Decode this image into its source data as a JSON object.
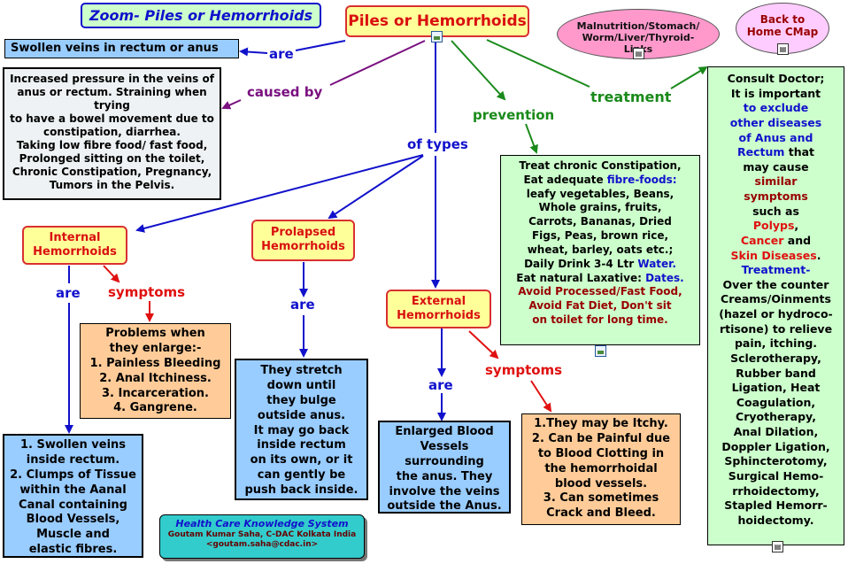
{
  "zoom_title": "Zoom- Piles or Hemorrhoids",
  "main_title": "Piles or Hemorrhoids",
  "links_node": "Malnutrition/Stomach/ Worm/Liver/Thyroid- Links",
  "back_node": "Back to Home CMap",
  "swollen": "Swollen veins in rectum or anus",
  "are": "are",
  "caused_by": "caused by",
  "causes": [
    "Increased pressure in the veins of",
    "anus or rectum. Straining when trying",
    "to have a bowel movement due to",
    "constipation, diarrhea.",
    "Taking low fibre food/ fast food,",
    "Prolonged sitting on the toilet,",
    "Chronic Constipation, Pregnancy,",
    "Tumors in the Pelvis."
  ],
  "of_types": "of types",
  "prevention": "prevention",
  "treatment": "treatment",
  "prevention_box": {
    "l1": "Treat chronic Constipation,",
    "l2a": "Eat adequate ",
    "l2b": "fibre-foods:",
    "l3": "leafy vegetables, Beans,",
    "l4": "Whole grains, fruits,",
    "l5": "Carrots, Bananas, Dried",
    "l6": "Figs, Peas, brown rice,",
    "l7": "wheat, barley, oats etc.;",
    "l8a": "Daily Drink 3-4 Ltr ",
    "l8b": "Water.",
    "l9a": "Eat natural Laxative: ",
    "l9b": "Dates.",
    "l10": "Avoid Processed/Fast Food,",
    "l11": "Avoid Fat Diet, Don't sit",
    "l12": "on toilet for long time."
  },
  "treatment_box": {
    "t1": "Consult Doctor;",
    "t2": "It is important",
    "t3": "to exclude",
    "t4": "other diseases",
    "t5": "of Anus and",
    "t6a": "Rectum",
    "t6b": " that",
    "t7": "may cause",
    "t8": "similar",
    "t9": "symptoms",
    "t10": "such as",
    "t11a": "Polyps",
    "t11b": ",",
    "t12a": "Cancer",
    "t12b": " and",
    "t13a": "Skin Diseases",
    "t13b": ".",
    "t14": "Treatment-",
    "t15": "Over the counter",
    "t16": "Creams/Oinments",
    "t17": "(hazel or hydroco-",
    "t18": "rtisone) to relieve",
    "t19": "pain, itching.",
    "t20": "Sclerotherapy,",
    "t21": "Rubber band",
    "t22": "Ligation, Heat",
    "t23": "Coagulation,",
    "t24": "Cryotherapy,",
    "t25": "Anal Dilation,",
    "t26": "Doppler Ligation,",
    "t27": "Sphincterotomy,",
    "t28": "Surgical Hemo-",
    "t29": "rrhoidectomy,",
    "t30": "Stapled Hemorr-",
    "t31": "hoidectomy."
  },
  "internal": "Internal Hemorrhoids",
  "prolapsed": "Prolapsed Hemorrhoids",
  "external": "External Hemorrhoids",
  "symptoms": "symptoms",
  "internal_symptoms": [
    "Problems when",
    "they enlarge:-",
    "1. Painless Bleeding",
    "2. Anal Itchiness.",
    "3. Incarceration.",
    "4. Gangrene."
  ],
  "internal_are": [
    "1. Swollen veins",
    "inside rectum.",
    "2. Clumps of Tissue",
    "within the Aanal",
    "Canal containing",
    "Blood Vessels,",
    "Muscle and",
    "elastic fibres."
  ],
  "prolapsed_are": [
    "They stretch",
    "down until",
    "they bulge",
    "outside anus.",
    "It may go back",
    "inside rectum",
    "on its own, or it",
    "can gently be",
    "push back inside."
  ],
  "external_are": [
    "Enlarged Blood",
    "Vessels",
    "surrounding",
    "the anus. They",
    "involve the  veins",
    "outside the Anus."
  ],
  "external_symptoms": [
    "1.They may be Itchy.",
    "2. Can be Painful due",
    "to Blood Clotting in",
    "the hemorrhoidal",
    "blood vessels.",
    "3. Can sometimes",
    "Crack and Bleed."
  ],
  "footer": {
    "title": "Health Care Knowledge System",
    "author": "Goutam Kumar Saha, C-DAC Kolkata India",
    "email": "<goutam.saha@cdac.in>"
  },
  "colors": {
    "yellow": "#ffff99",
    "red_border": "#d93030",
    "blue_box": "#99ccff",
    "orange_box": "#ffcc99",
    "green_box": "#ccffcc",
    "grey_box": "#eef2f4",
    "pink": "#ff99cc",
    "teal": "#33cccc"
  }
}
